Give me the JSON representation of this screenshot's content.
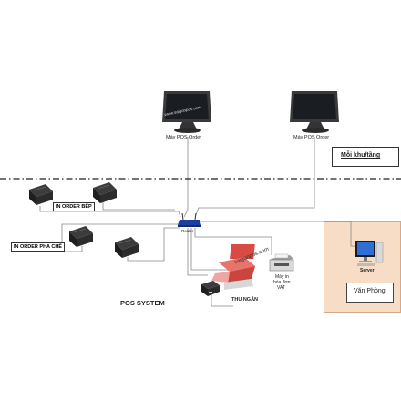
{
  "pos_terminal_left": {
    "label": "Máy POS Order",
    "url": "www.saigonpos.com"
  },
  "pos_terminal_right": {
    "label": "Máy POS Order"
  },
  "floor_box": {
    "label": "Mỗi khu/tầng"
  },
  "kitchen_printer": {
    "label": "IN ORDER BẾP"
  },
  "bar_printer": {
    "label": "IN ORDER PHA CHẾ"
  },
  "router": {
    "label": "Router"
  },
  "cashier": {
    "label": "THU NGÂN",
    "url": "saigonpos.com"
  },
  "vat_printer": {
    "label_lines": [
      "Máy in",
      "hóa đơn",
      "VAT"
    ]
  },
  "server": {
    "label": "Server"
  },
  "office": {
    "label": "Văn Phòng",
    "bg_color": "#f8ddc6",
    "border_color": "#d9a889"
  },
  "system_title": "POS SYSTEM"
}
